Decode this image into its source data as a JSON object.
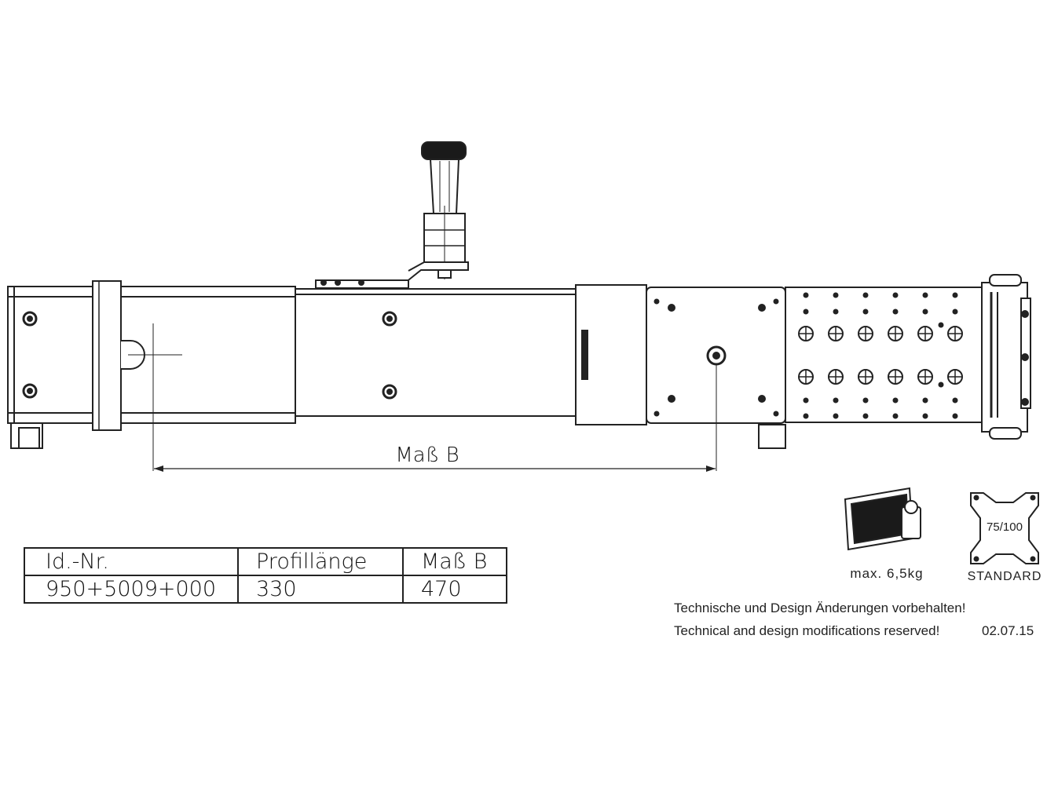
{
  "dimension_label": "Maß B",
  "table": {
    "headers": [
      "Id.-Nr.",
      "Profillänge",
      "Maß B"
    ],
    "rows": [
      [
        "950+5009+000",
        "330",
        "470"
      ]
    ]
  },
  "icons": {
    "weight_label": "max. 6,5kg",
    "vesa_size": "75/100",
    "vesa_label": "STANDARD"
  },
  "notes": {
    "german": "Technische und Design Änderungen vorbehalten!",
    "english": "Technical and design modifications reserved!",
    "date": "02.07.15"
  }
}
